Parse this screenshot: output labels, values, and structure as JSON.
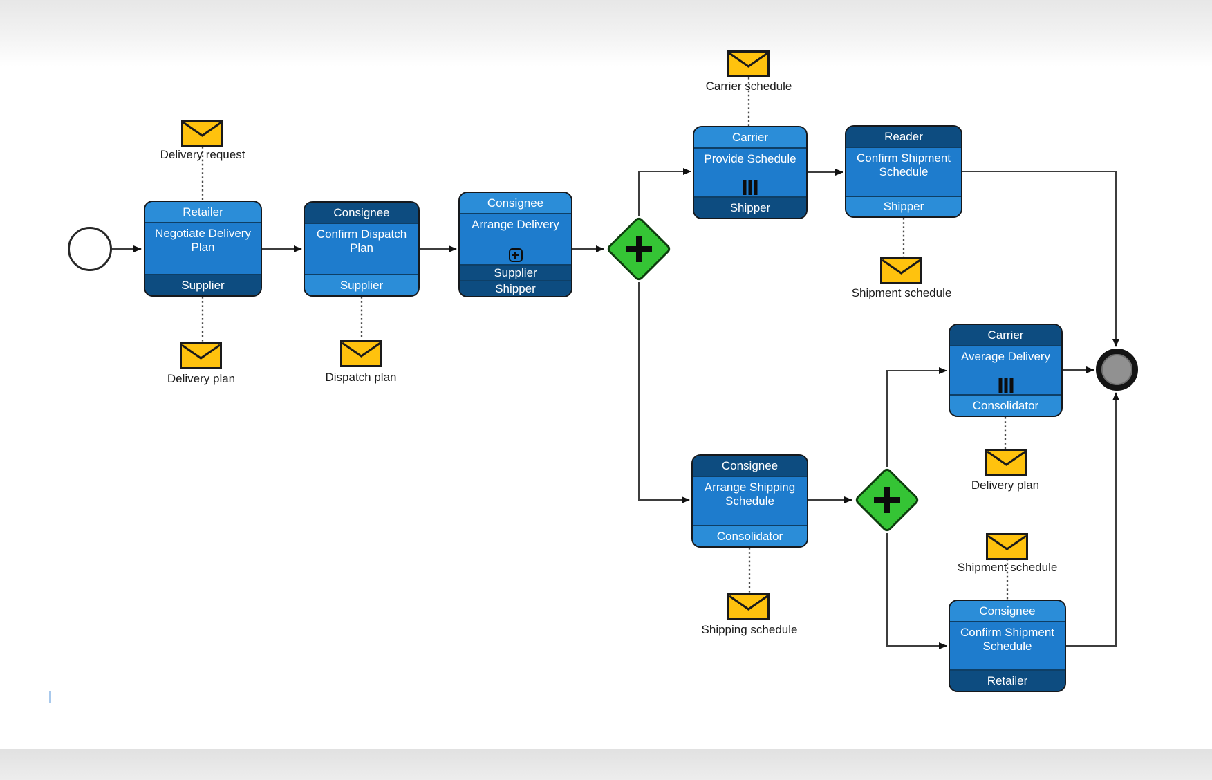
{
  "diagram": {
    "type": "bpmn-process",
    "colors": {
      "task_light_band": "#2B8DD8",
      "task_body": "#1E7CCD",
      "task_dark_band": "#0D4C80",
      "task_border": "#17191c",
      "gateway_fill": "#35C435",
      "gateway_border": "#0d3d0d",
      "message_fill": "#FFC20E",
      "message_border": "#1a1a1a",
      "flow_line": "#3d3d3d",
      "end_event_fill": "#919191"
    },
    "icons": {
      "message": "envelope-icon",
      "parallel_gateway": "plus-icon",
      "subprocess_marker": "boxed-plus-icon",
      "multi_instance_marker": "triple-bar-icon"
    },
    "tasks": [
      {
        "top_lane": "Retailer",
        "body": "Negotiate Delivery Plan",
        "bottom_lanes": [
          "Supplier"
        ]
      },
      {
        "top_lane": "Consignee",
        "body": "Confirm Dispatch Plan",
        "bottom_lanes": [
          "Supplier"
        ]
      },
      {
        "top_lane": "Consignee",
        "body": "Arrange Delivery",
        "bottom_lanes": [
          "Supplier",
          "Shipper"
        ],
        "marker": "subprocess"
      },
      {
        "top_lane": "Carrier",
        "body": "Provide Schedule",
        "bottom_lanes": [
          "Shipper"
        ],
        "marker": "multi-instance"
      },
      {
        "top_lane": "Reader",
        "body": "Confirm Shipment Schedule",
        "bottom_lanes": [
          "Shipper"
        ]
      },
      {
        "top_lane": "Consignee",
        "body": "Arrange Shipping Schedule",
        "bottom_lanes": [
          "Consolidator"
        ]
      },
      {
        "top_lane": "Carrier",
        "body": "Average Delivery",
        "bottom_lanes": [
          "Consolidator"
        ],
        "marker": "multi-instance"
      },
      {
        "top_lane": "Consignee",
        "body": "Confirm Shipment Schedule",
        "bottom_lanes": [
          "Retailer"
        ]
      }
    ],
    "gateways": [
      {
        "type": "parallel",
        "symbol": "+"
      },
      {
        "type": "parallel",
        "symbol": "+"
      }
    ],
    "messages": [
      {
        "label": "Delivery request"
      },
      {
        "label": "Delivery plan"
      },
      {
        "label": "Dispatch plan"
      },
      {
        "label": "Carrier schedule"
      },
      {
        "label": "Shipment schedule"
      },
      {
        "label": "Shipping schedule"
      },
      {
        "label": "Delivery plan"
      },
      {
        "label": "Shipment schedule"
      }
    ]
  }
}
